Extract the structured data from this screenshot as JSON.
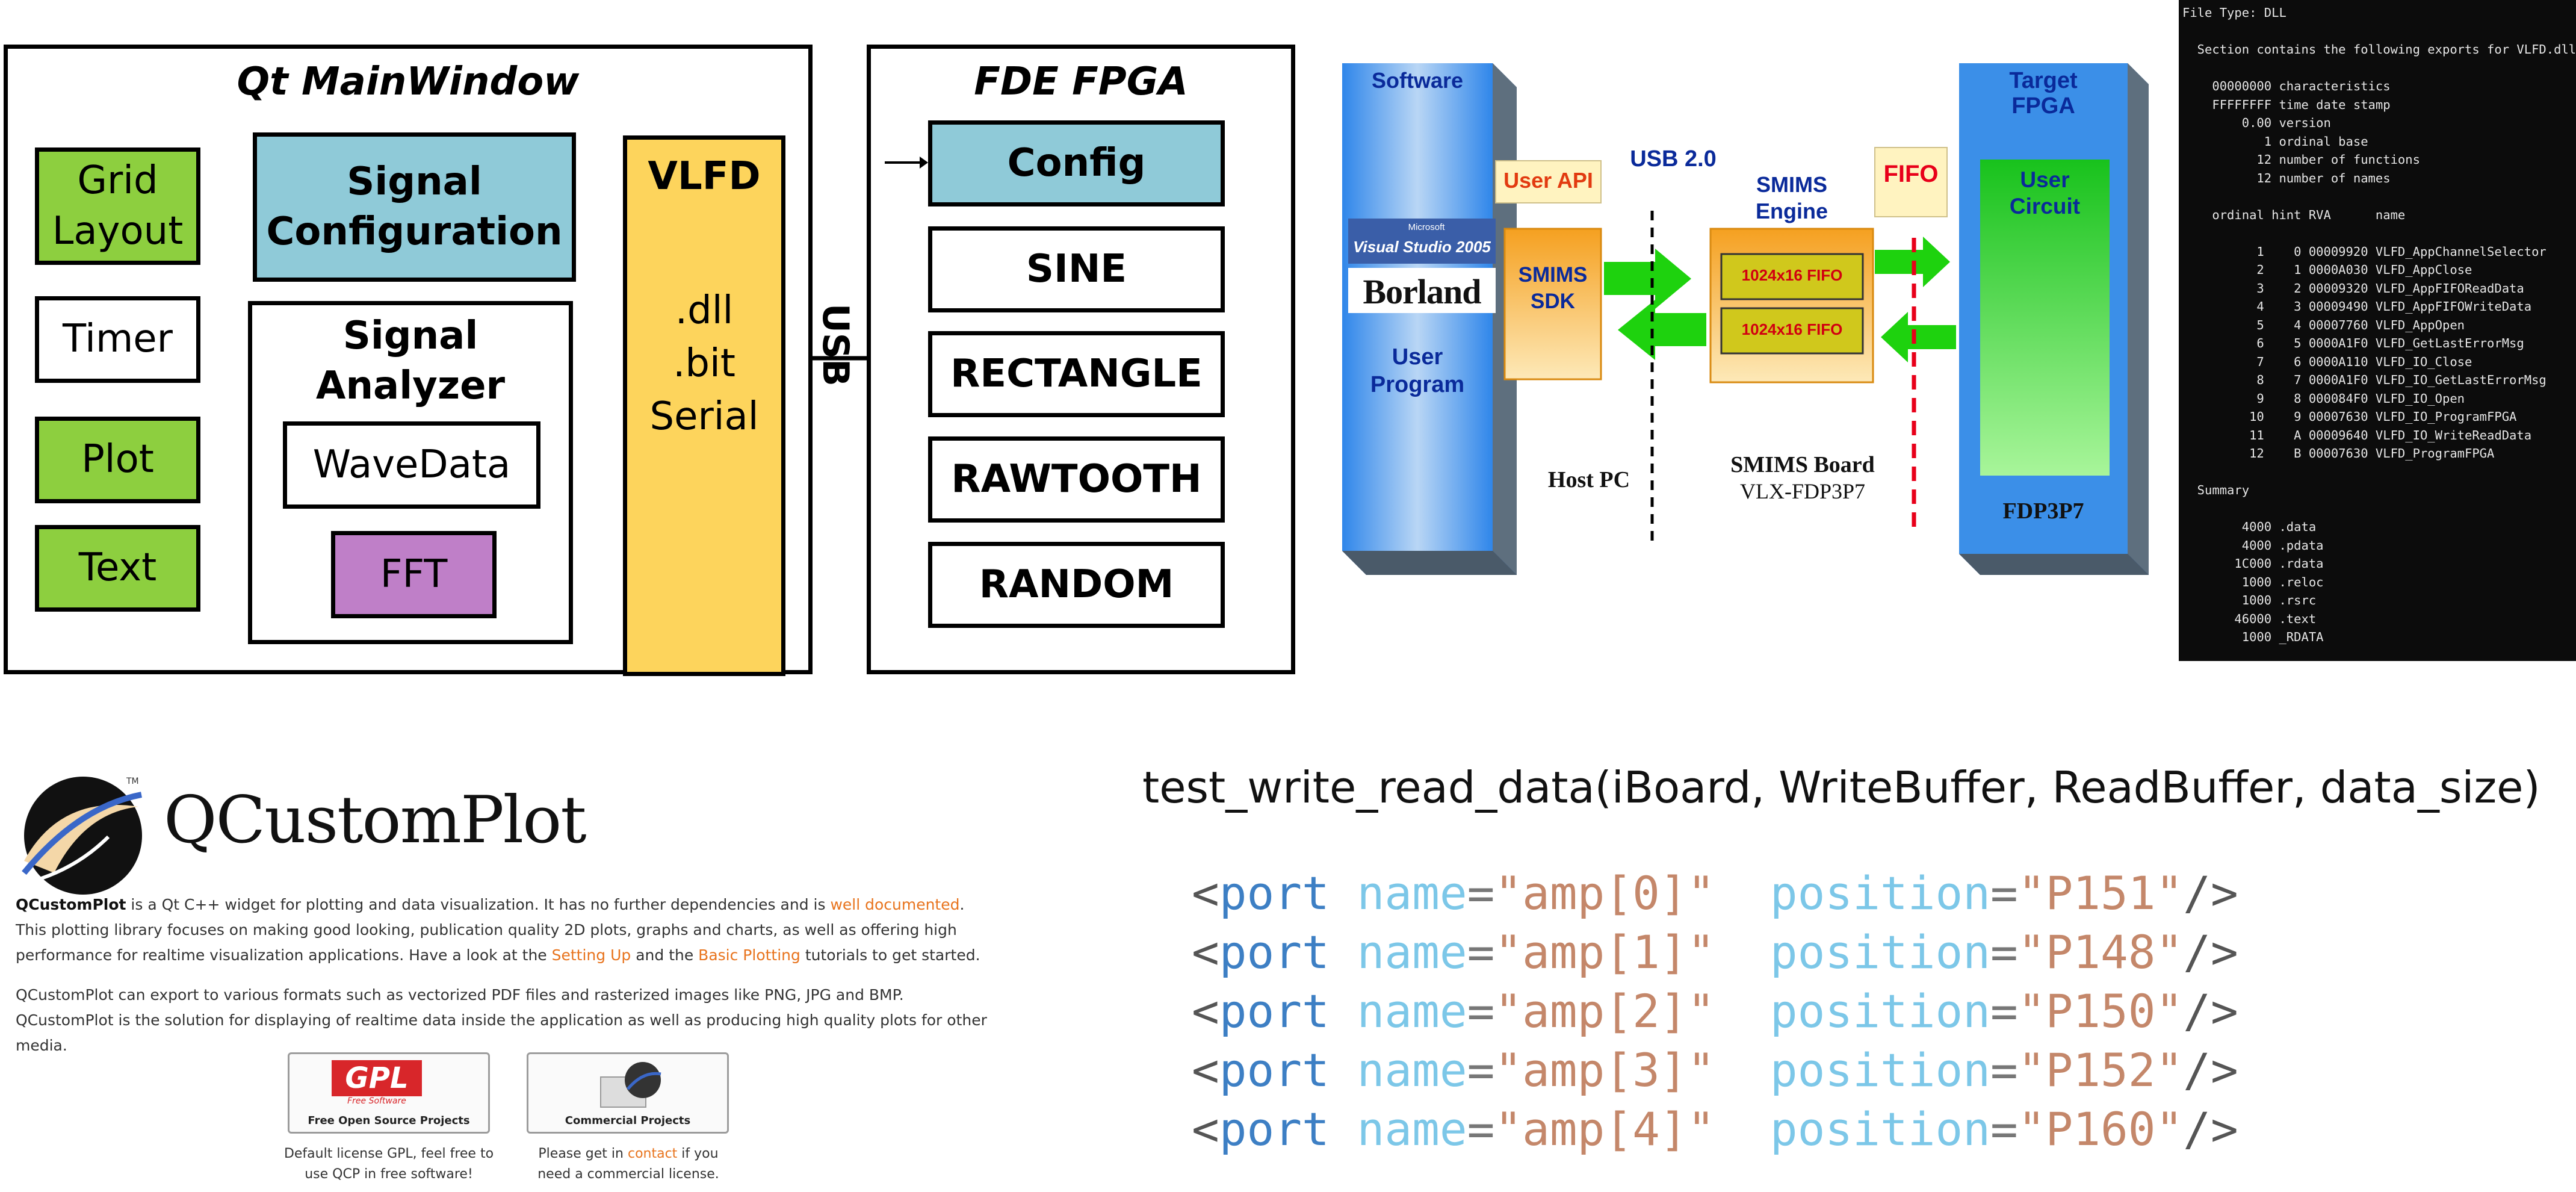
{
  "qt_diagram": {
    "mainwindow_title": "Qt MainWindow",
    "grid_layout": "Grid\nLayout",
    "signal_configuration": "Signal\nConfiguration",
    "timer": "Timer",
    "plot": "Plot",
    "text": "Text",
    "signal_analyzer": "Signal\nAnalyzer",
    "wavedata": "WaveData",
    "fft": "FFT",
    "vlfd": "VLFD",
    "vlfd_items": ".dll\n.bit\nSerial",
    "usb": "USB",
    "fpga_title": "FDE FPGA",
    "config": "Config",
    "sine": "SINE",
    "rectangle": "RECTANGLE",
    "rawtooth": "RAWTOOTH",
    "random": "RANDOM"
  },
  "smims_diagram": {
    "software": "Software",
    "user_api": "User API",
    "usb20": "USB 2.0",
    "smims_engine": "SMIMS\nEngine",
    "fifo": "FIFO",
    "target_fpga": "Target\nFPGA",
    "visual_studio_small": "Microsoft",
    "visual_studio": "Visual Studio 2005",
    "borland": "Borland",
    "user_program": "User\nProgram",
    "smims_sdk": "SMIMS\nSDK",
    "fifo1": "1024x16 FIFO",
    "fifo2": "1024x16 FIFO",
    "user_circuit": "User\nCircuit",
    "host_pc": "Host PC",
    "smims_board": "SMIMS Board",
    "board_model": "VLX-FDP3P7",
    "fdp3p7": "FDP3P7",
    "colors": {
      "blue_box": "#3b8fe8",
      "green_arrow": "#1ed20e",
      "red_dash": "#e8001a"
    }
  },
  "dll_dump": {
    "text": "File Type: DLL\n\n  Section contains the following exports for VLFD.dll\n\n    00000000 characteristics\n    FFFFFFFF time date stamp\n        0.00 version\n           1 ordinal base\n          12 number of functions\n          12 number of names\n\n    ordinal hint RVA      name\n\n          1    0 00009920 VLFD_AppChannelSelector\n          2    1 0000A030 VLFD_AppClose\n          3    2 00009320 VLFD_AppFIFOReadData\n          4    3 00009490 VLFD_AppFIFOWriteData\n          5    4 00007760 VLFD_AppOpen\n          6    5 0000A1F0 VLFD_GetLastErrorMsg\n          7    6 0000A110 VLFD_IO_Close\n          8    7 0000A1F0 VLFD_IO_GetLastErrorMsg\n          9    8 000084F0 VLFD_IO_Open\n         10    9 00007630 VLFD_IO_ProgramFPGA\n         11    A 00009640 VLFD_IO_WriteReadData\n         12    B 00007630 VLFD_ProgramFPGA\n\n  Summary\n\n        4000 .data\n        4000 .pdata\n       1C000 .rdata\n        1000 .reloc\n        1000 .rsrc\n       46000 .text\n        1000 _RDATA"
  },
  "qcustomplot": {
    "logo_text": "QCustomPlot",
    "tm": "TM",
    "p1_bold": "QCustomPlot",
    "p1_a": " is a Qt C++ widget for plotting and data visualization. It has no further dependencies and is ",
    "p1_link1": "well documented",
    "p1_b": ". This plotting library focuses on making good looking, publication quality 2D plots, graphs and charts, as well as offering high performance for realtime visualization applications. Have a look at the ",
    "p1_link2": "Setting Up",
    "p1_c": " and the ",
    "p1_link3": "Basic Plotting",
    "p1_d": " tutorials to get started.",
    "p2": "QCustomPlot can export to various formats such as vectorized PDF files and rasterized images like PNG, JPG and BMP. QCustomPlot is the solution for displaying of realtime data inside the application as well as producing high quality plots for other media.",
    "badge1_logo": "GPL",
    "badge1_sub": "Free Software",
    "badge1_label": "Free Open Source Projects",
    "badge2_label": "Commercial Projects",
    "badge1_desc": "Default license GPL, feel free to use QCP in free software!",
    "badge2_desc_a": "Please get in ",
    "badge2_link": "contact",
    "badge2_desc_b": " if you need a commercial license."
  },
  "code_panel": {
    "heading": "test_write_read_data(iBoard, WriteBuffer, ReadBuffer, data_size)",
    "ports": [
      {
        "name": "amp[0]",
        "position": "P151"
      },
      {
        "name": "amp[1]",
        "position": "P148"
      },
      {
        "name": "amp[2]",
        "position": "P150"
      },
      {
        "name": "amp[3]",
        "position": "P152"
      },
      {
        "name": "amp[4]",
        "position": "P160"
      }
    ],
    "tag": "port",
    "attr_name": "name",
    "attr_pos": "position"
  }
}
